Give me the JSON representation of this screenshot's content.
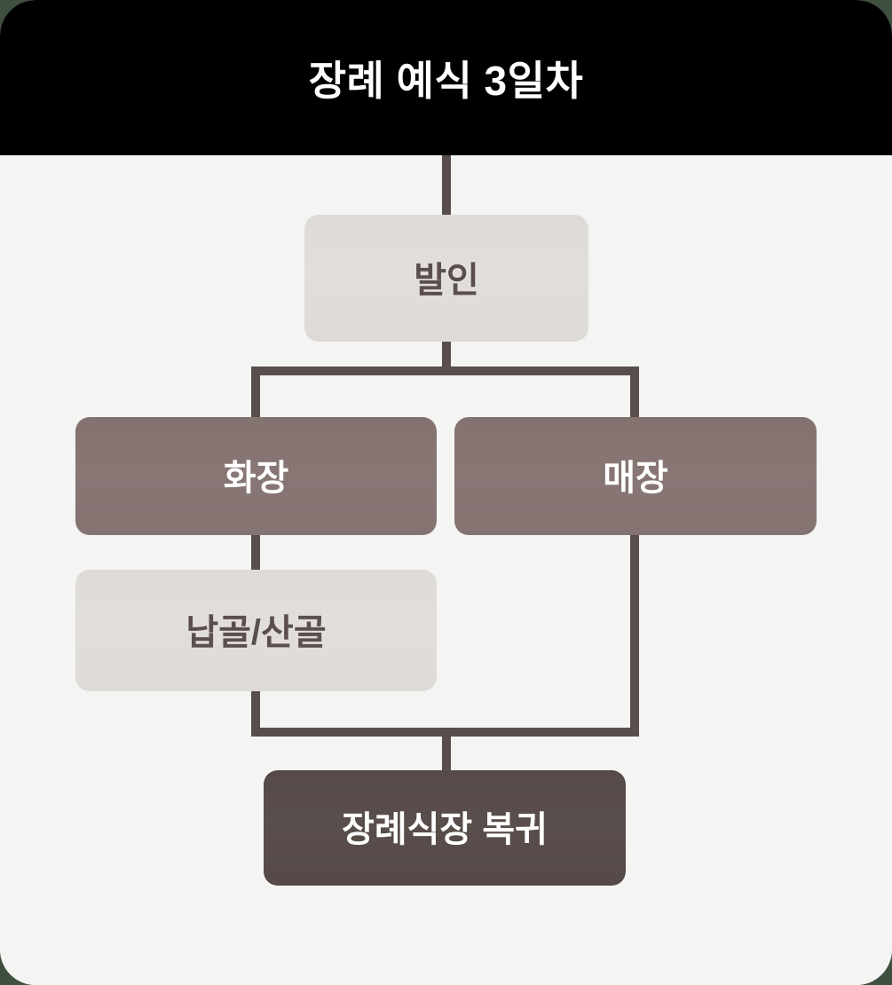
{
  "header": {
    "title": "장례 예식 3일차",
    "background_color": "#000000",
    "text_color": "#ffffff"
  },
  "canvas": {
    "background_color": "#f4f4f3",
    "connector_color": "#584e4b"
  },
  "palette": {
    "light_box": "#e0dcda",
    "mid_box": "#877674",
    "dark_box": "#584e4b",
    "light_box_text": "#5a4f4c",
    "dark_box_text": "#ffffff",
    "page_backdrop": "#3e4f3f"
  },
  "flowchart": {
    "type": "diagram",
    "nodes": [
      {
        "id": "balin",
        "label": "발인",
        "style": "light"
      },
      {
        "id": "hwajang",
        "label": "화장",
        "style": "mid"
      },
      {
        "id": "maejang",
        "label": "매장",
        "style": "mid"
      },
      {
        "id": "nabgol",
        "label": "납골/산골",
        "style": "light"
      },
      {
        "id": "return",
        "label": "장례식장 복귀",
        "style": "dark"
      }
    ],
    "edges": [
      {
        "from": "header",
        "to": "balin"
      },
      {
        "from": "balin",
        "to": "hwajang"
      },
      {
        "from": "balin",
        "to": "maejang"
      },
      {
        "from": "hwajang",
        "to": "nabgol"
      },
      {
        "from": "nabgol",
        "to": "return"
      },
      {
        "from": "maejang",
        "to": "return"
      }
    ]
  }
}
